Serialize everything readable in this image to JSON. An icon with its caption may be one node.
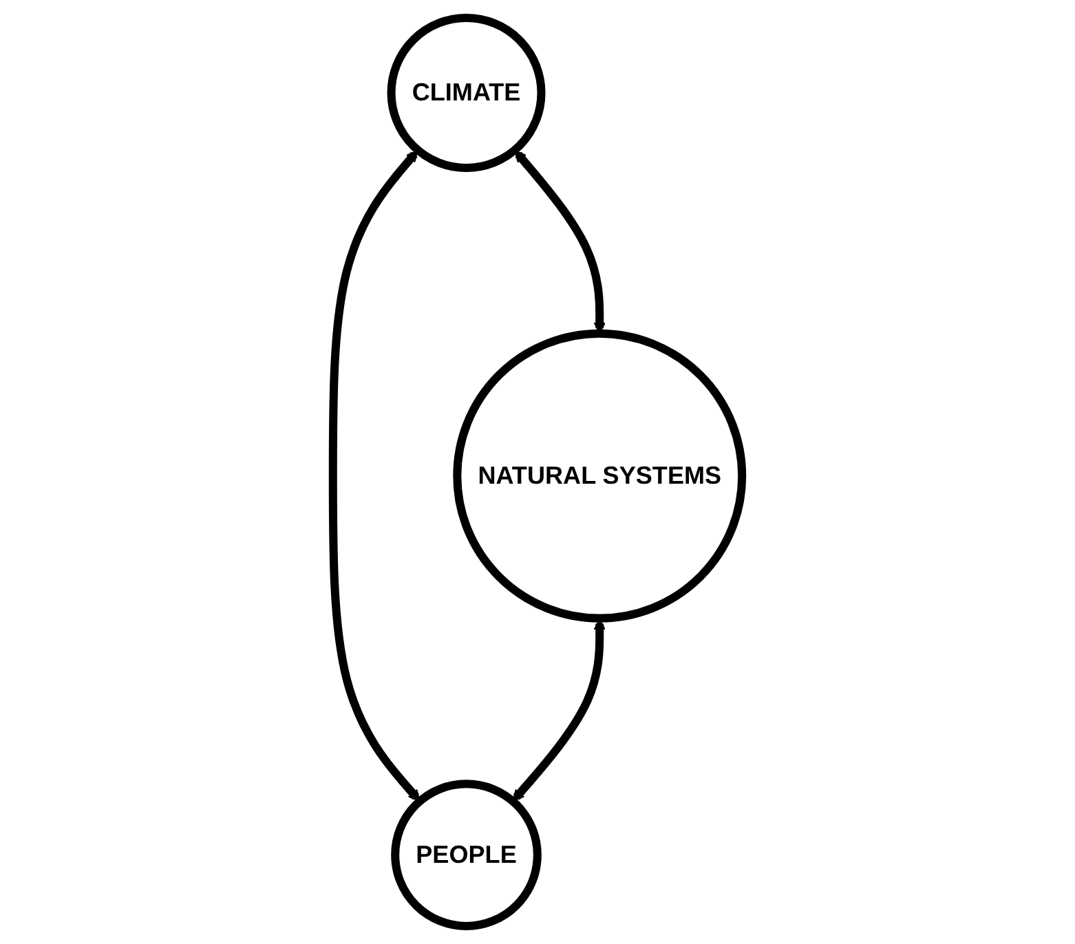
{
  "diagram": {
    "nodes": [
      {
        "text": [
          "CLIMATE"
        ]
      },
      {
        "text": [
          "NATURAL SYSTEMS"
        ]
      },
      {
        "text": [
          "PEOPLE"
        ]
      }
    ],
    "edges": [
      {
        "from": 0,
        "to": 1,
        "arrow": "both"
      },
      {
        "from": 0,
        "to": 2,
        "arrow": "both"
      },
      {
        "from": 1,
        "to": 2,
        "arrow": "both"
      }
    ]
  }
}
